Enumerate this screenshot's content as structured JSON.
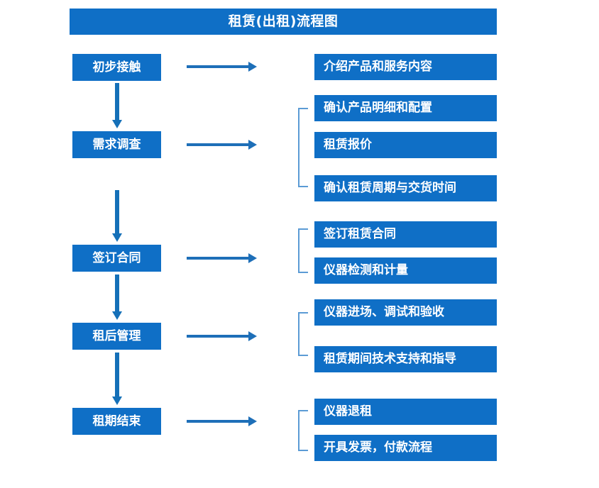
{
  "diagram": {
    "title": "租赁(出租)流程图",
    "accent_color": "#0F6FC6",
    "arrow_color": "#1E6FB8",
    "bracket_color": "#5B9BD5",
    "text_color": "#FFFFFF",
    "background": "#FFFFFF"
  },
  "stages": [
    {
      "label": "初步接触"
    },
    {
      "label": "需求调查"
    },
    {
      "label": "签订合同"
    },
    {
      "label": "租后管理"
    },
    {
      "label": "租期结束"
    }
  ],
  "details": [
    {
      "label": "介绍产品和服务内容"
    },
    {
      "label": "确认产品明细和配置"
    },
    {
      "label": "租赁报价"
    },
    {
      "label": "确认租赁周期与交货时间"
    },
    {
      "label": "签订租赁合同"
    },
    {
      "label": "仪器检测和计量"
    },
    {
      "label": "仪器进场、调试和验收"
    },
    {
      "label": "租赁期间技术支持和指导"
    },
    {
      "label": "仪器退租"
    },
    {
      "label": "开具发票，付款流程"
    }
  ],
  "groups": [
    {
      "stage": "需求调查",
      "details": [
        "确认产品明细和配置",
        "租赁报价",
        "确认租赁周期与交货时间"
      ]
    },
    {
      "stage": "签订合同",
      "details": [
        "签订租赁合同",
        "仪器检测和计量"
      ]
    },
    {
      "stage": "租后管理",
      "details": [
        "仪器进场、调试和验收",
        "租赁期间技术支持和指导"
      ]
    },
    {
      "stage": "租期结束",
      "details": [
        "仪器退租",
        "开具发票，付款流程"
      ]
    }
  ]
}
